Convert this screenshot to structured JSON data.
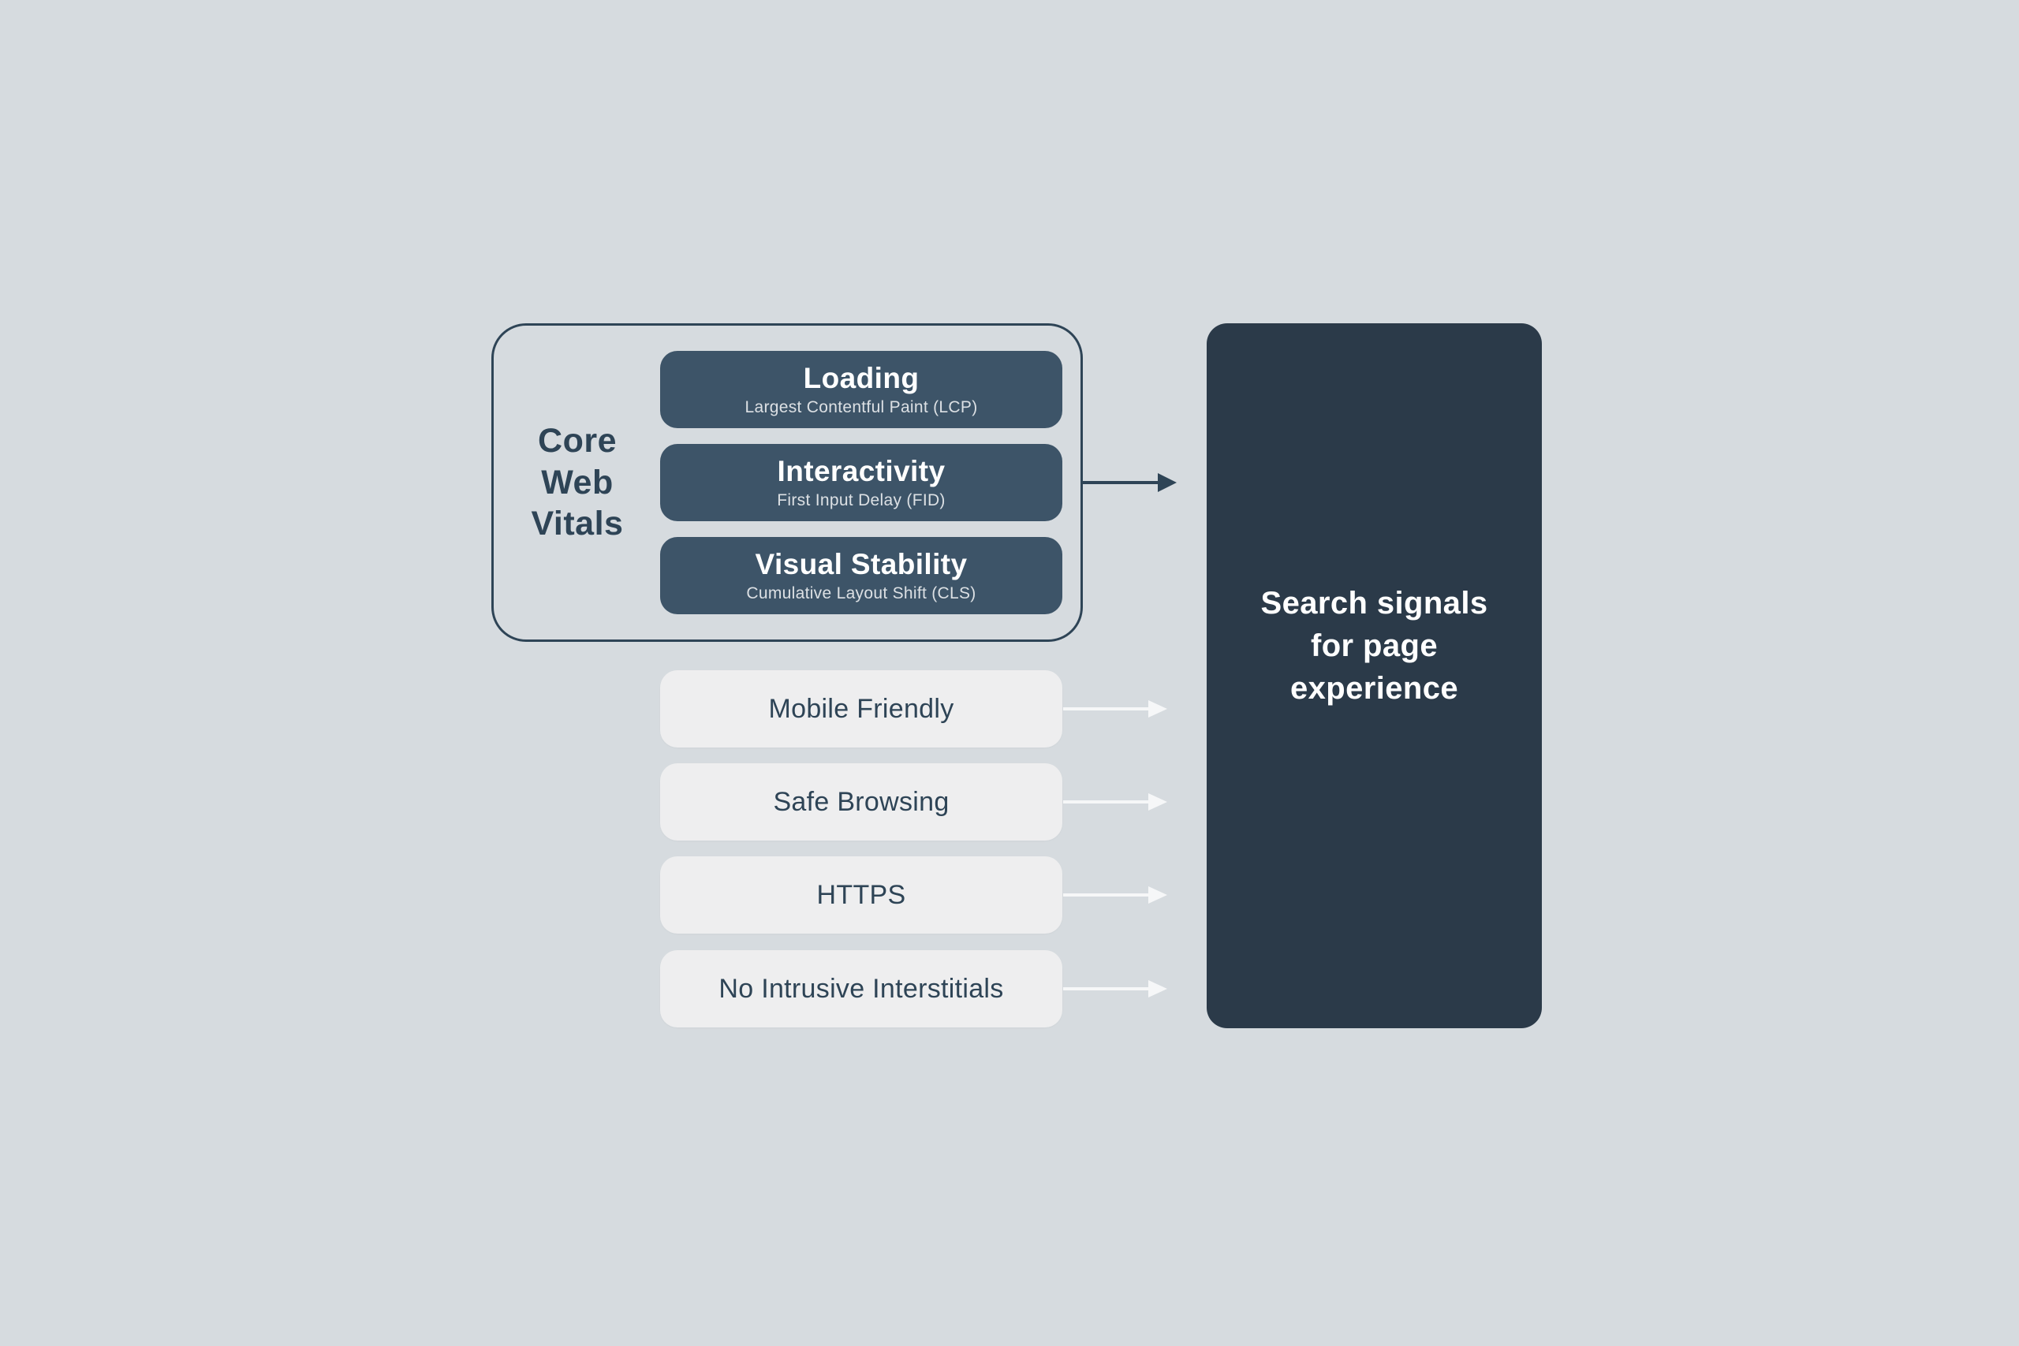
{
  "colors": {
    "background": "#d6dbdf",
    "dark_pill": "#3d5468",
    "result_box": "#2b3a49",
    "outline": "#2e4456",
    "light_pill": "#eeeeef",
    "dark_text": "#2e4456",
    "light_text": "#ffffff",
    "arrow_light": "#f6f7f8"
  },
  "core_web_vitals": {
    "label": "Core Web Vitals",
    "label_lines": [
      "Core",
      "Web",
      "Vitals"
    ],
    "metrics": [
      {
        "title": "Loading",
        "subtitle": "Largest Contentful Paint (LCP)"
      },
      {
        "title": "Interactivity",
        "subtitle": "First Input Delay (FID)"
      },
      {
        "title": "Visual Stability",
        "subtitle": "Cumulative Layout Shift (CLS)"
      }
    ]
  },
  "other_signals": [
    {
      "label": "Mobile Friendly"
    },
    {
      "label": "Safe Browsing"
    },
    {
      "label": "HTTPS"
    },
    {
      "label": "No Intrusive Interstitials"
    }
  ],
  "result": {
    "label": "Search signals for page experience",
    "label_lines": [
      "Search signals",
      "for page",
      "experience"
    ]
  }
}
